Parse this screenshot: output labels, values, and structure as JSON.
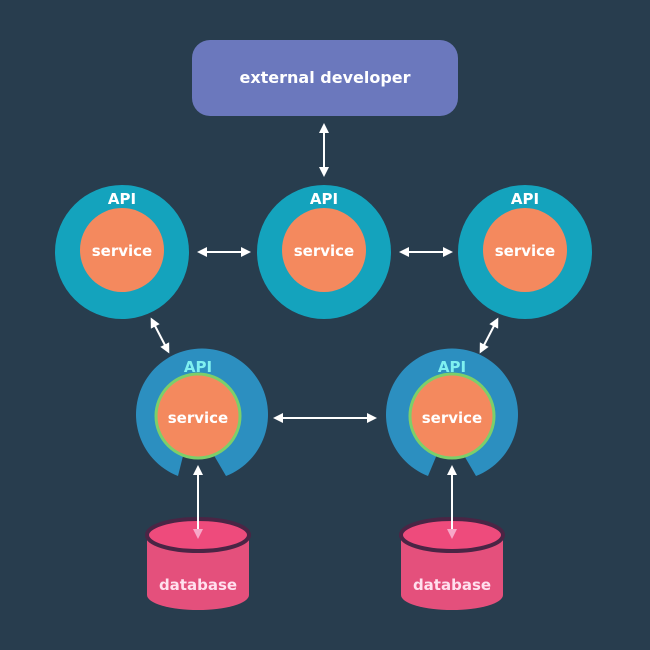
{
  "colors": {
    "background": "#283d4e",
    "developer_box": "#6b78bd",
    "api_ring": "#14a3bd",
    "service_core": "#f4895e",
    "database": "#ee4b7c",
    "database_rim": "#4a2545",
    "api_label_top": "#ffffff",
    "api_label_bottom": "#7ff0f0",
    "arrow": "#ffffff"
  },
  "developer": {
    "label": "external developer"
  },
  "top_nodes": [
    {
      "api_label": "API",
      "service_label": "service"
    },
    {
      "api_label": "API",
      "service_label": "service"
    },
    {
      "api_label": "API",
      "service_label": "service"
    }
  ],
  "bottom_nodes": [
    {
      "api_label": "API",
      "service_label": "service",
      "database_label": "database"
    },
    {
      "api_label": "API",
      "service_label": "service",
      "database_label": "database"
    }
  ]
}
